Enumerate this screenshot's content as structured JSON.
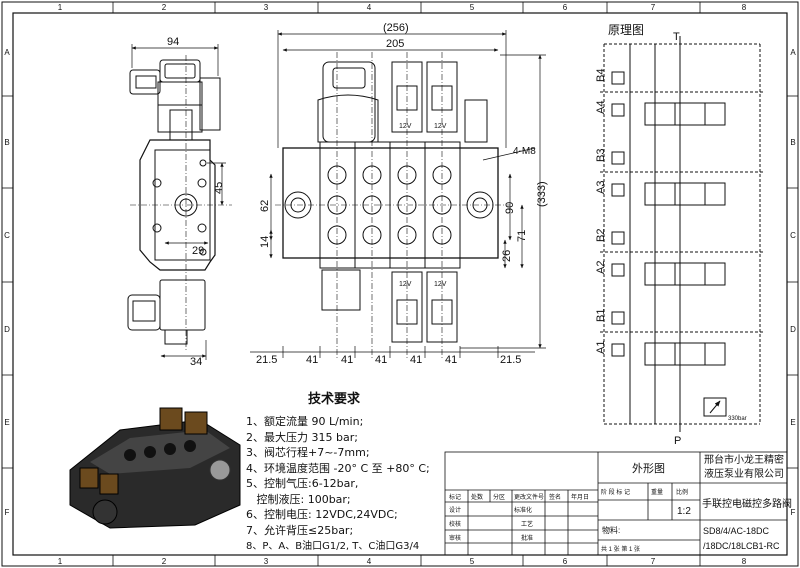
{
  "border": {
    "cols_top": [
      "1",
      "2",
      "3",
      "4",
      "5",
      "6",
      "7",
      "8"
    ],
    "cols_bottom": [
      "1",
      "2",
      "3",
      "4",
      "5",
      "6",
      "7",
      "8"
    ],
    "rows_left": [
      "A",
      "B",
      "C",
      "D",
      "E",
      "F"
    ],
    "rows_right": [
      "A",
      "B",
      "C",
      "D",
      "E",
      "F"
    ]
  },
  "side_view": {
    "dims": {
      "width": "94",
      "d45": "45",
      "d29": "29",
      "d34": "34"
    }
  },
  "front_view": {
    "dims": {
      "overall": "(256)",
      "body": "205",
      "height": "(333)",
      "h62": "62",
      "h14": "14",
      "h90": "90",
      "h71": "71",
      "h26": "26",
      "thread": "4-M8",
      "bottom": [
        "21.5",
        "41",
        "41",
        "41",
        "41",
        "41",
        "21.5"
      ]
    },
    "coil_top_labels": [
      "12V",
      "12V"
    ],
    "coil_bottom_labels": [
      "12V",
      "12V"
    ]
  },
  "schematic": {
    "title": "原理图",
    "port_T": "T",
    "port_P": "P",
    "ports": [
      "B4",
      "A4",
      "B3",
      "A3",
      "B2",
      "A2",
      "B1",
      "A1"
    ],
    "relief_label": "330bar"
  },
  "requirements": {
    "title": "技术要求",
    "items": [
      "1、额定流量 90 L/min;",
      "2、最大压力 315 bar;",
      "3、阀芯行程+7~-7mm;",
      "4、环境温度范围 -20° C 至 +80° C;",
      "5、控制气压:6-12bar,",
      "   控制液压: 100bar;",
      "6、控制电压: 12VDC,24VDC;",
      "7、允许背压≤25bar;",
      "8、P、A、B油口G1/2, T、C油口G3/4"
    ]
  },
  "title_block": {
    "drawing_type": "外形图",
    "company_line1": "邢台市小龙王精密",
    "company_line2": "液压泵业有限公司",
    "product_name": "手联控电磁控多路阀",
    "model_line1": "SD8/4/AC-18DC",
    "model_line2": "/18DC/18LCB1-RC",
    "scale": "1:2",
    "material_label": "物料:",
    "sheet_info": "共 1 张  第 1 张",
    "header_cells": [
      "标记",
      "处数",
      "分区",
      "更改文件号",
      "签名",
      "年月日"
    ],
    "row_labels": [
      "设计",
      "校核",
      "审核"
    ],
    "mid_labels": [
      "标准化",
      "工艺",
      "批准"
    ],
    "stage_header": "阶 段 标 记",
    "weight_header": "重量",
    "scale_header": "比例"
  }
}
